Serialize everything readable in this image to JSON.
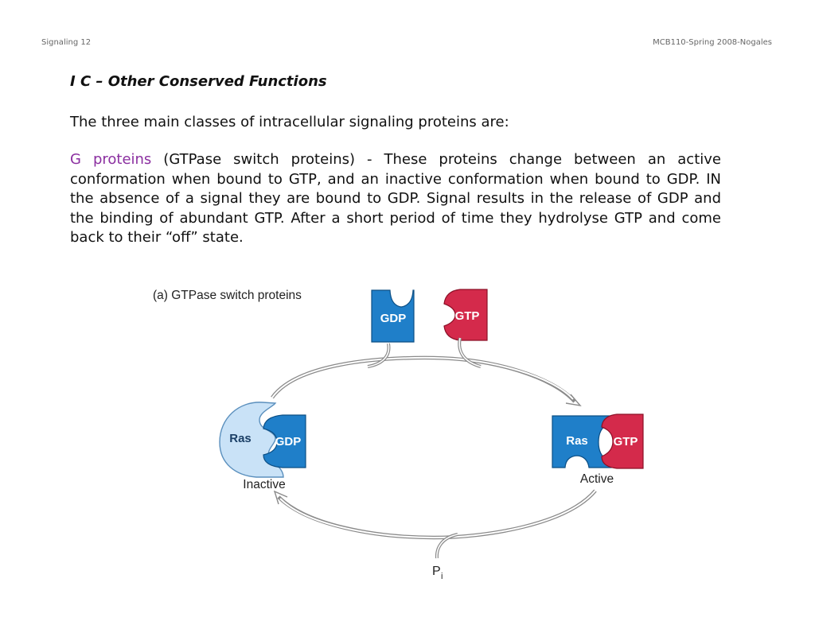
{
  "header": {
    "left": "Signaling 12",
    "right": "MCB110-Spring 2008-Nogales"
  },
  "section": {
    "title": "I C – Other Conserved Functions",
    "intro": "The three main classes of intracellular signaling proteins are:"
  },
  "paragraph": {
    "term": "G proteins",
    "text": " (GTPase switch proteins) - These proteins change between an active conformation when bound to GTP, and an inactive conformation when bound to GDP. IN the absence of a signal they are bound to GDP. Signal results in the release of GDP and the binding of abundant GTP. After a short period of time they hydrolyse GTP and come back to their “off” state."
  },
  "figure": {
    "caption": "(a)  GTPase switch proteins",
    "free_gdp_label": "GDP",
    "free_gtp_label": "GTP",
    "ras_label_inactive": "Ras",
    "bound_gdp_label": "GDP",
    "inactive_label": "Inactive",
    "ras_label_active": "Ras",
    "bound_gtp_label": "GTP",
    "active_label": "Active",
    "pi_label": "P",
    "pi_subscript": "i",
    "colors": {
      "gdp_blue": "#1f7fc9",
      "gtp_red": "#d42a4b",
      "ras_inactive_fill": "#c9e2f7",
      "ras_active_fill": "#1f7fc9",
      "arrow_stroke": "#8a8a8a",
      "term_purple": "#8b2fa0"
    }
  }
}
